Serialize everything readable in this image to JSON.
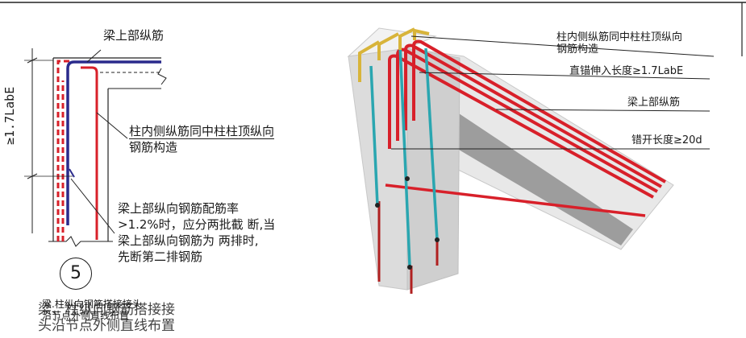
{
  "left_detail": {
    "label_top_bar": "梁上部纵筋",
    "label_inner_bar": [
      "柱内侧纵筋同中柱柱顶纵向",
      "钢筋构造"
    ],
    "label_ratio_note": [
      "梁上部纵向钢筋配筋率",
      ">1.2%时，应分两批截 断,当",
      "梁上部纵向钢筋为 两排时,",
      "先断第二排钢筋"
    ],
    "dimension_text": "≥1.7LabE",
    "node_number": "5",
    "caption_small": [
      "梁.柱纵向钢筋搭接接头",
      "沿节点外侧直线布置"
    ],
    "caption_large": [
      "梁、柱纵向钢筋搭接接",
      "头沿节点外侧直线布置"
    ]
  },
  "right_detail": {
    "label_inner_bar": [
      "柱内侧纵筋同中柱柱顶纵向",
      "钢筋构造"
    ],
    "label_anchor": "直锚伸入长度≥1.7LabE",
    "label_top_bar": "梁上部纵筋",
    "label_stagger": "错开长度≥20d"
  },
  "colors": {
    "red_bar": "#d8202a",
    "blue_bar": "#2a2a8c",
    "teal_bar": "#2aa6b0",
    "yellow_bar": "#d8b43a"
  }
}
